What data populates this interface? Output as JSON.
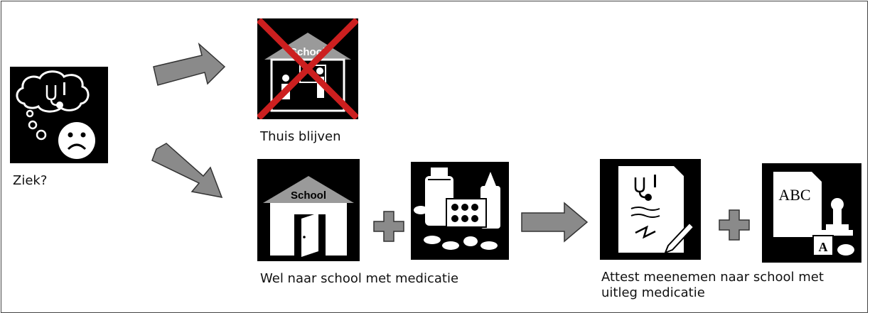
{
  "labels": {
    "sick": "Ziek?",
    "stay_home": "Thuis blijven",
    "school_with_meds": "Wel naar school met medicatie",
    "certificate_line1": "Attest meenemen naar school met",
    "certificate_line2": "uitleg medicatie"
  },
  "pictograms": {
    "school_sign": "School",
    "abc_text": "ABC",
    "stamp_letter": "A"
  },
  "colors": {
    "pictogram_bg": "#000000",
    "cross": "#cc1f1f",
    "arrow": "#8a8a8a",
    "plus": "#8a8a8a"
  }
}
